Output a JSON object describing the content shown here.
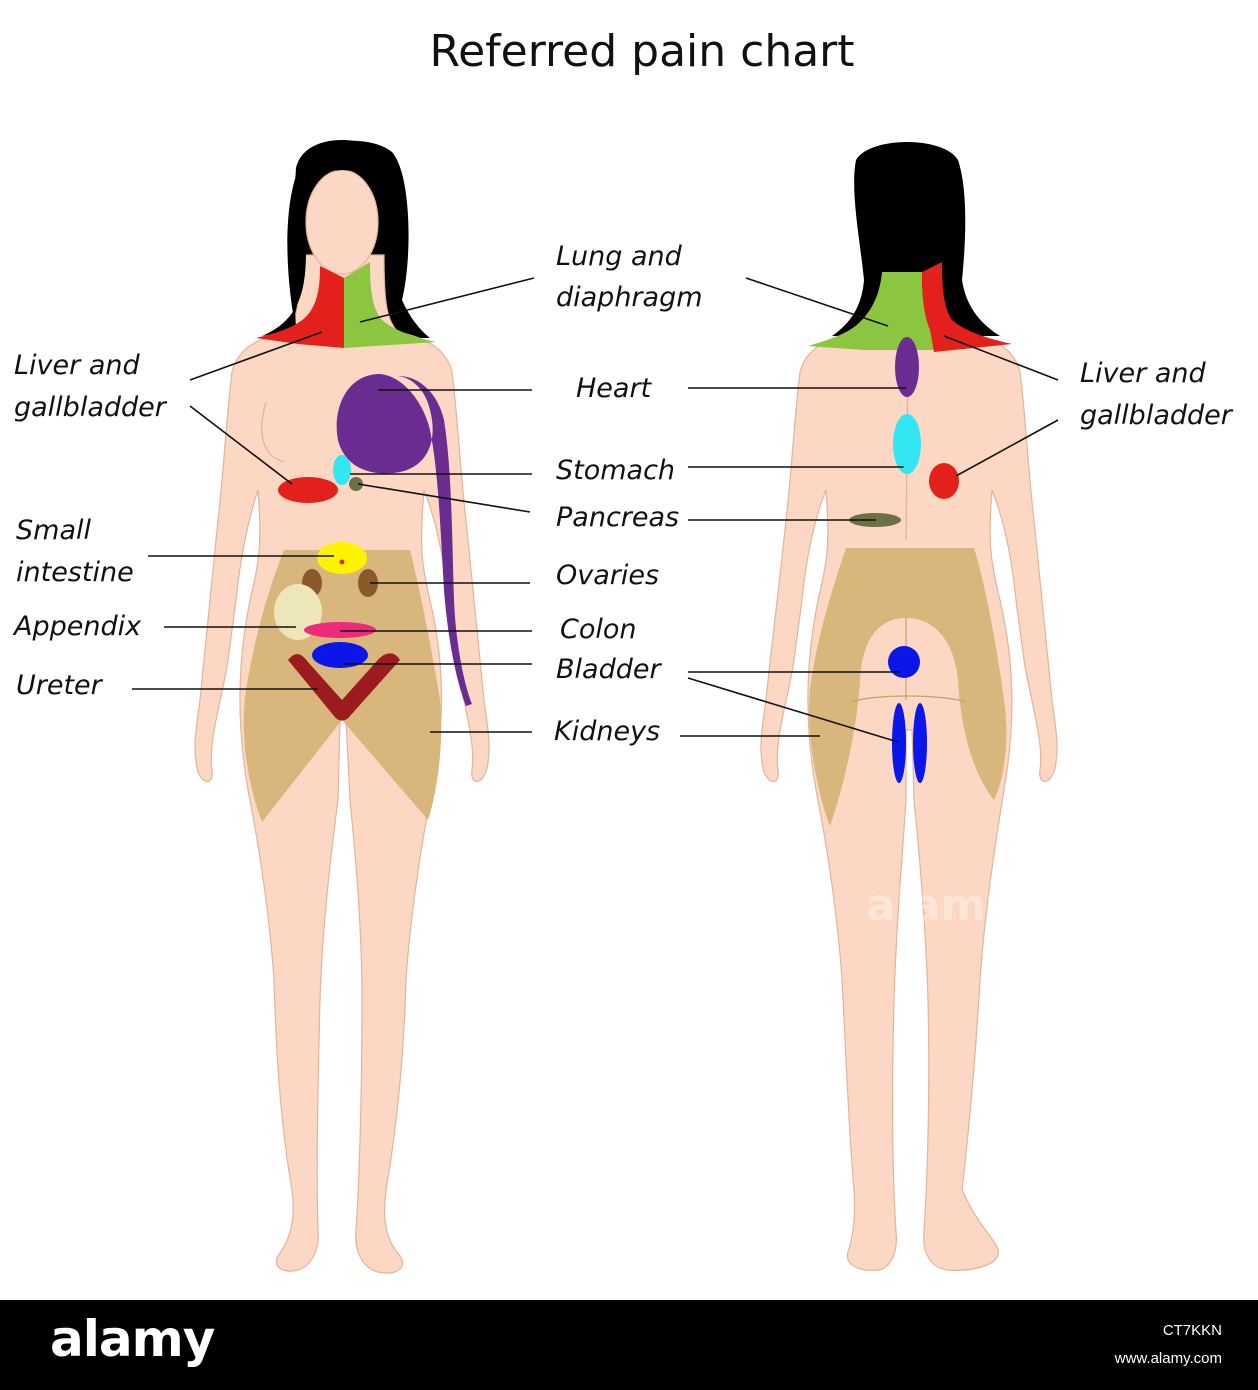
{
  "title": "Referred pain chart",
  "labels": {
    "lung_diaphragm": [
      "Lung and",
      "diaphragm"
    ],
    "liver_left": [
      "Liver and",
      "gallbladder"
    ],
    "liver_right": [
      "Liver and",
      "gallbladder"
    ],
    "heart": "Heart",
    "stomach": "Stomach",
    "pancreas": "Pancreas",
    "small_intestine": [
      "Small",
      "intestine"
    ],
    "ovaries": "Ovaries",
    "appendix": "Appendix",
    "colon": "Colon",
    "bladder": "Bladder",
    "ureter": "Ureter",
    "kidneys": "Kidneys"
  },
  "colors": {
    "skin": "#fcd7c3",
    "hair": "#000000",
    "liver_gallbladder": "#e3201b",
    "lung_diaphragm": "#8cc540",
    "heart": "#6b2c91",
    "stomach": "#32e6f2",
    "pancreas": "#6d7043",
    "small_intestine": "#fff200",
    "ovaries": "#8b5a2b",
    "appendix": "#ede6b8",
    "colon": "#ee2a7b",
    "bladder": "#0a17e8",
    "ureter": "#9b1b1f",
    "kidneys": "#d9b67c"
  },
  "watermark": "alamy",
  "footer": {
    "logo": "alamy",
    "image_code": "CT7KKN",
    "site": "www.alamy.com"
  }
}
